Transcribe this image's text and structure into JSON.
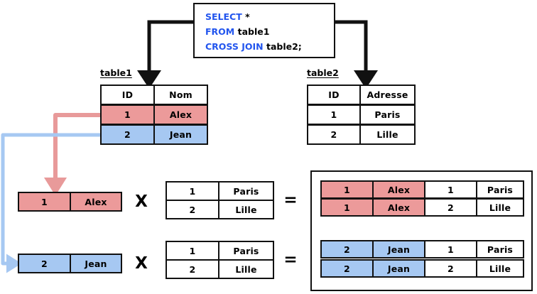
{
  "diagram": {
    "title_note": "SQL CROSS JOIN cartesian product illustration",
    "colors": {
      "pink_fill": "#ec9a9a",
      "blue_fill": "#a6c8f2",
      "keyword_blue": "#2255ee",
      "stroke_black": "#111111",
      "pink_arrow": "#e89a9a",
      "blue_arrow": "#a6c8f2"
    }
  },
  "sql": {
    "lines": [
      {
        "keyword": "SELECT",
        "rest": "*"
      },
      {
        "keyword": "FROM",
        "rest": "table1"
      },
      {
        "keyword": "CROSS JOIN",
        "rest": "table2;"
      }
    ],
    "line1_kw": "SELECT",
    "line1_rest": "*",
    "line2_kw": "FROM",
    "line2_rest": "table1",
    "line3_kw": "CROSS JOIN",
    "line3_rest": "table2;"
  },
  "table1": {
    "label": "table1",
    "headers": [
      "ID",
      "Nom"
    ],
    "rows": [
      {
        "ID": "1",
        "Nom": "Alex",
        "fill": "pink"
      },
      {
        "ID": "2",
        "Nom": "Jean",
        "fill": "blue"
      }
    ]
  },
  "table2": {
    "label": "table2",
    "headers": [
      "ID",
      "Adresse"
    ],
    "rows": [
      {
        "ID": "1",
        "Adresse": "Paris",
        "fill": "white"
      },
      {
        "ID": "2",
        "Adresse": "Lille",
        "fill": "white"
      }
    ]
  },
  "operands": {
    "row_pink": {
      "ID": "1",
      "Nom": "Alex"
    },
    "row_blue": {
      "ID": "2",
      "Nom": "Jean"
    },
    "times_symbol": "X",
    "equals_symbol": "=",
    "table2_copy_top": [
      {
        "ID": "1",
        "Adresse": "Paris"
      },
      {
        "ID": "2",
        "Adresse": "Lille"
      }
    ],
    "table2_copy_bottom": [
      {
        "ID": "1",
        "Adresse": "Paris"
      },
      {
        "ID": "2",
        "Adresse": "Lille"
      }
    ]
  },
  "result": {
    "rows_top": [
      {
        "ID1": "1",
        "Nom": "Alex",
        "ID2": "1",
        "Adresse": "Paris",
        "fill": "pink"
      },
      {
        "ID1": "1",
        "Nom": "Alex",
        "ID2": "2",
        "Adresse": "Lille",
        "fill": "pink"
      }
    ],
    "rows_bottom": [
      {
        "ID1": "2",
        "Nom": "Jean",
        "ID2": "1",
        "Adresse": "Paris",
        "fill": "blue"
      },
      {
        "ID1": "2",
        "Nom": "Jean",
        "ID2": "2",
        "Adresse": "Lille",
        "fill": "blue"
      }
    ]
  }
}
